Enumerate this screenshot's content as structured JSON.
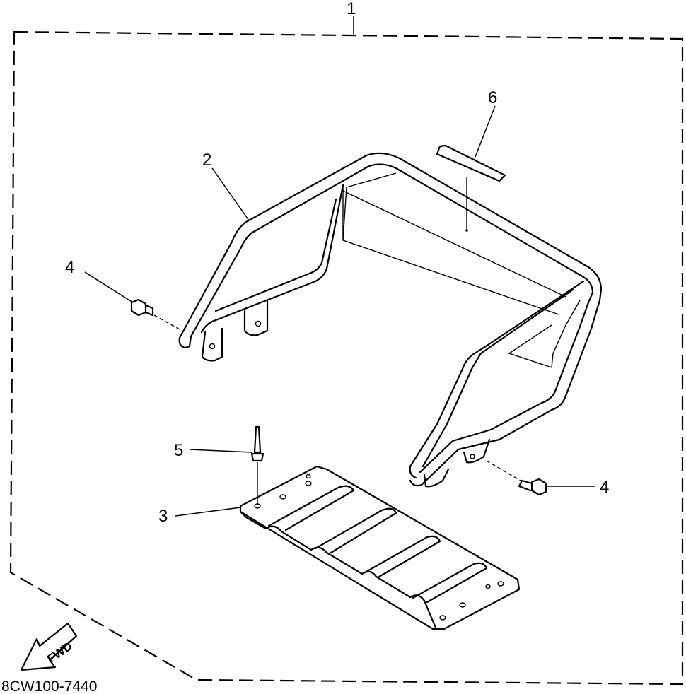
{
  "diagram": {
    "assembly_label": "1",
    "diagram_code": "8CW100-7440",
    "direction_arrow_text": "FWD",
    "parts": [
      {
        "callout": "2",
        "part": "rack-frame"
      },
      {
        "callout": "3",
        "part": "floor-plate"
      },
      {
        "callout": "4",
        "part": "bolt"
      },
      {
        "callout": "4",
        "part": "bolt"
      },
      {
        "callout": "5",
        "part": "rivet"
      },
      {
        "callout": "6",
        "part": "label-sticker"
      }
    ]
  }
}
